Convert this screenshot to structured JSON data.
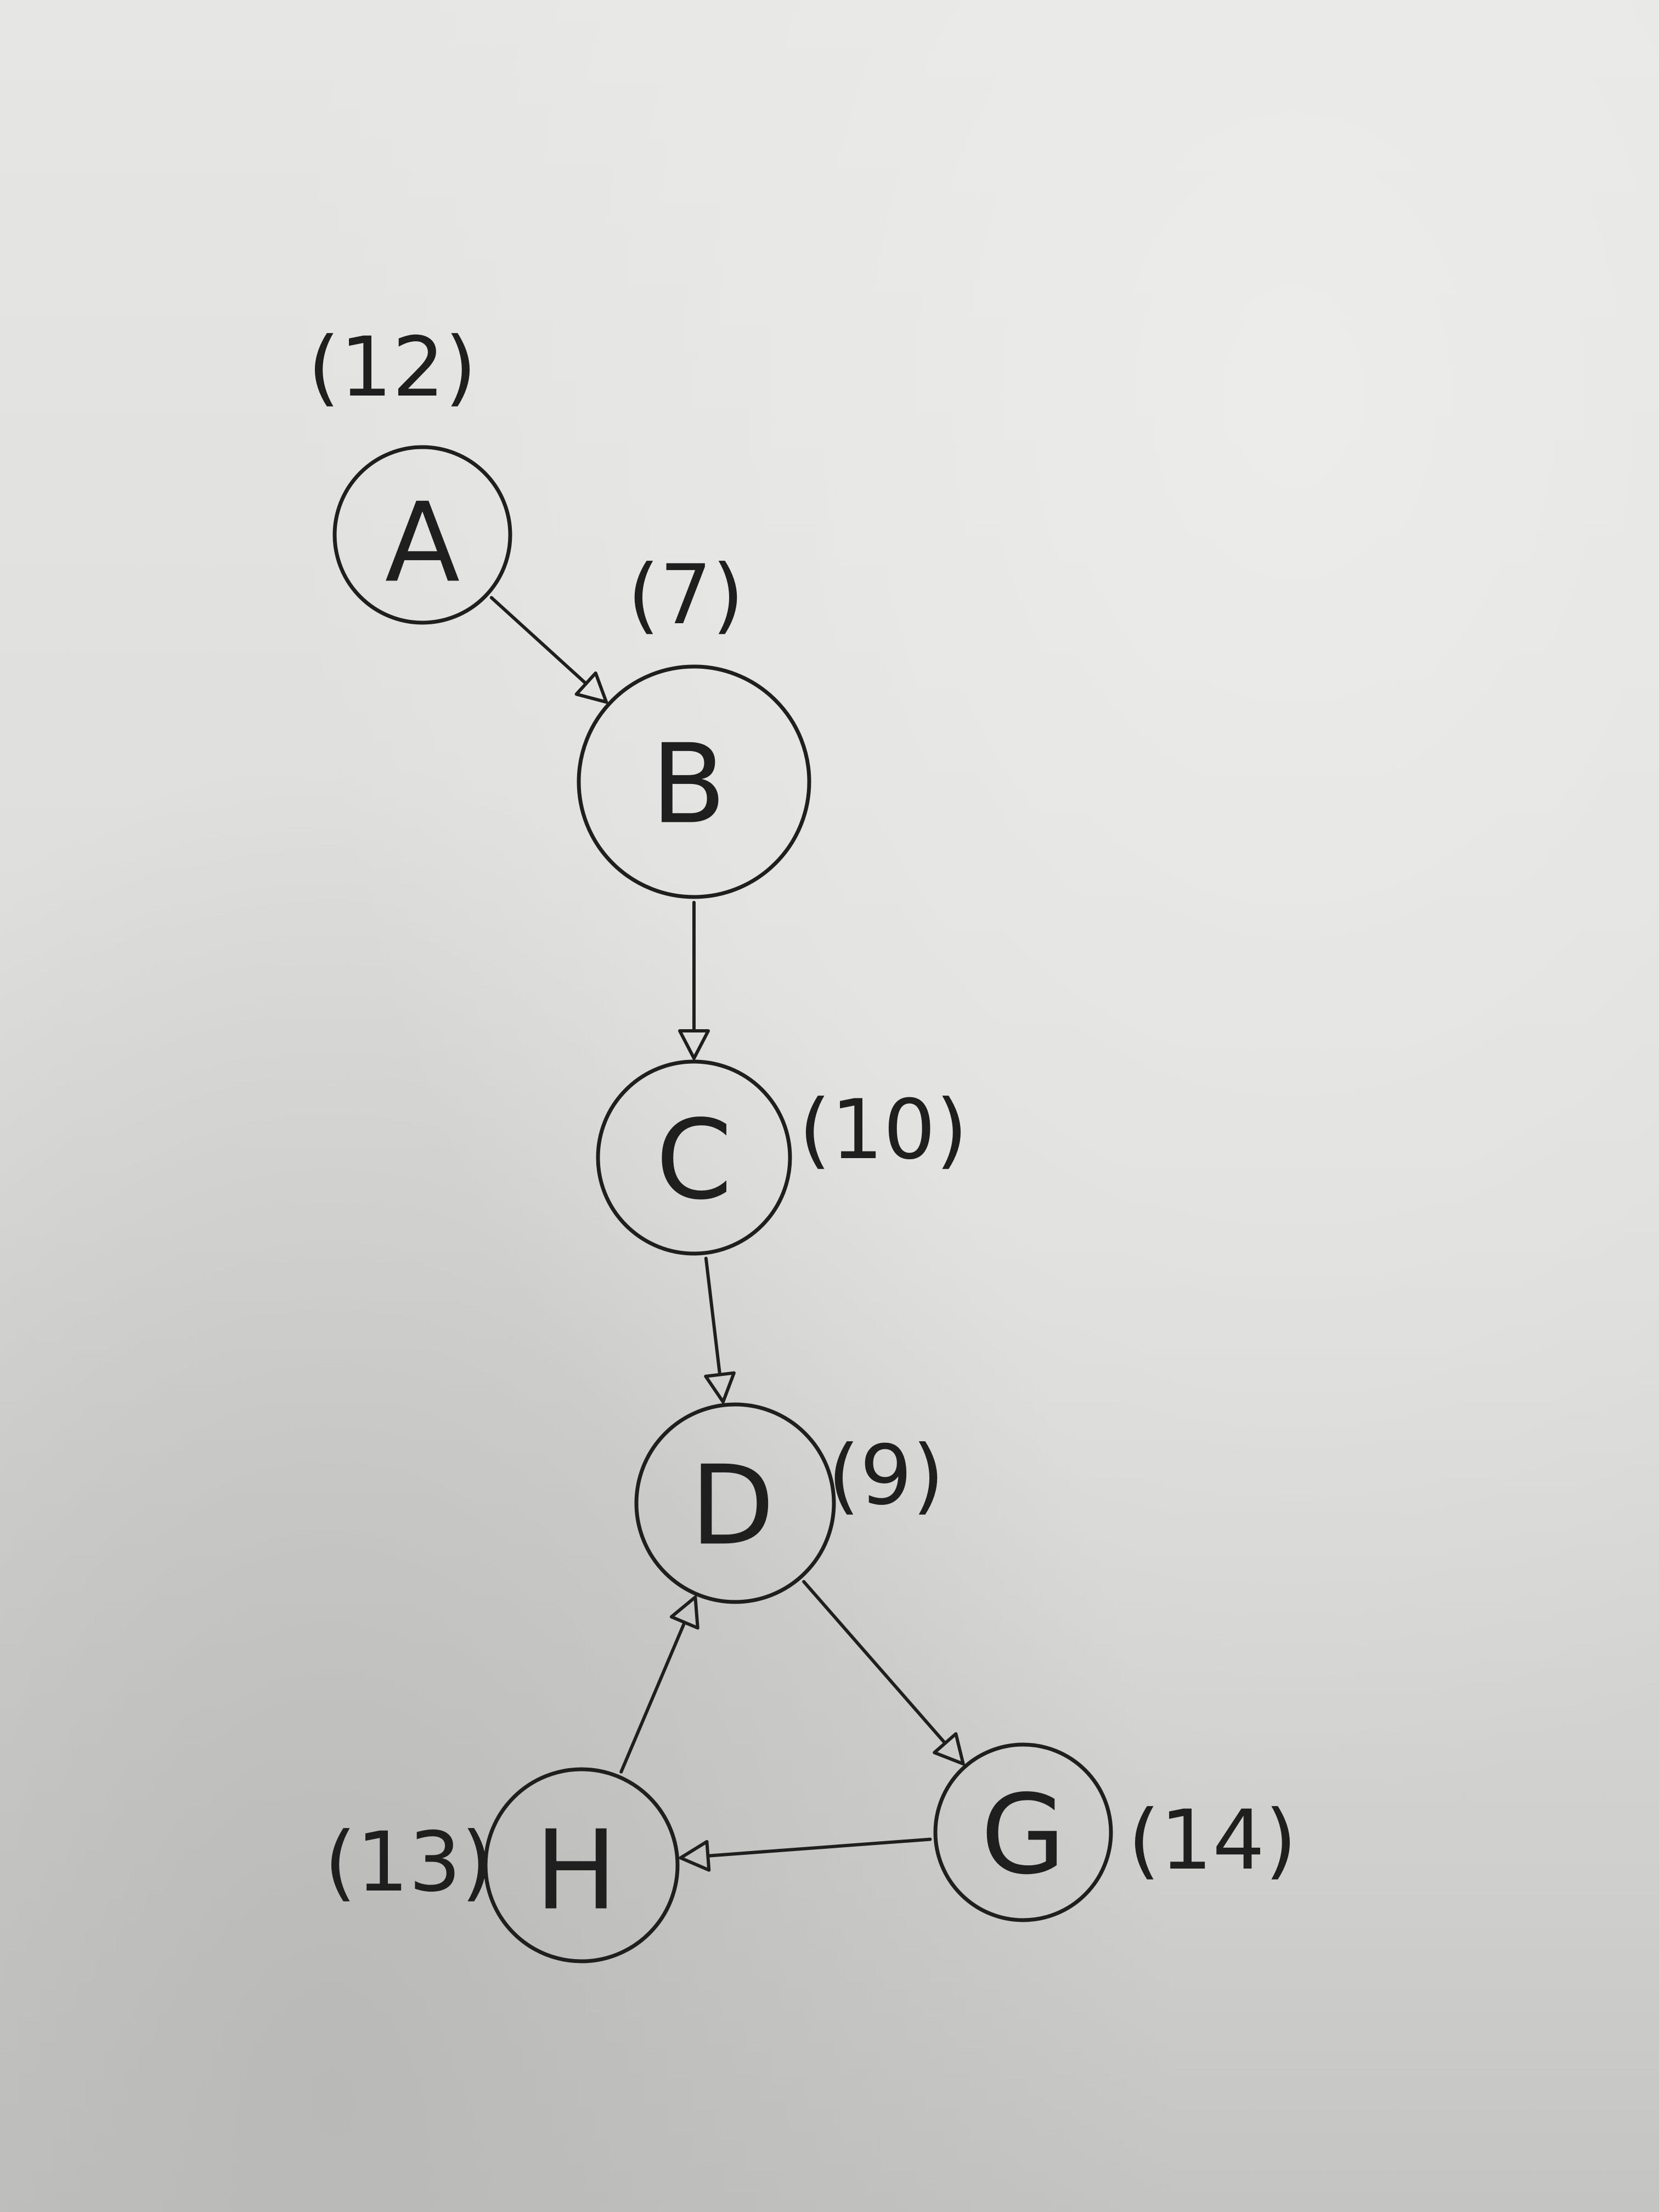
{
  "diagram": {
    "type": "directed-graph",
    "nodes": [
      {
        "id": "A",
        "label": "A",
        "weight": "(12)"
      },
      {
        "id": "B",
        "label": "B",
        "weight": "(7)"
      },
      {
        "id": "C",
        "label": "C",
        "weight": "(10)"
      },
      {
        "id": "D",
        "label": "D",
        "weight": "(9)"
      },
      {
        "id": "G",
        "label": "G",
        "weight": "(14)"
      },
      {
        "id": "H",
        "label": "H",
        "weight": "(13)"
      }
    ],
    "edges": [
      {
        "from": "A",
        "to": "B"
      },
      {
        "from": "B",
        "to": "C"
      },
      {
        "from": "C",
        "to": "D"
      },
      {
        "from": "D",
        "to": "G"
      },
      {
        "from": "G",
        "to": "H"
      },
      {
        "from": "H",
        "to": "D"
      }
    ]
  }
}
